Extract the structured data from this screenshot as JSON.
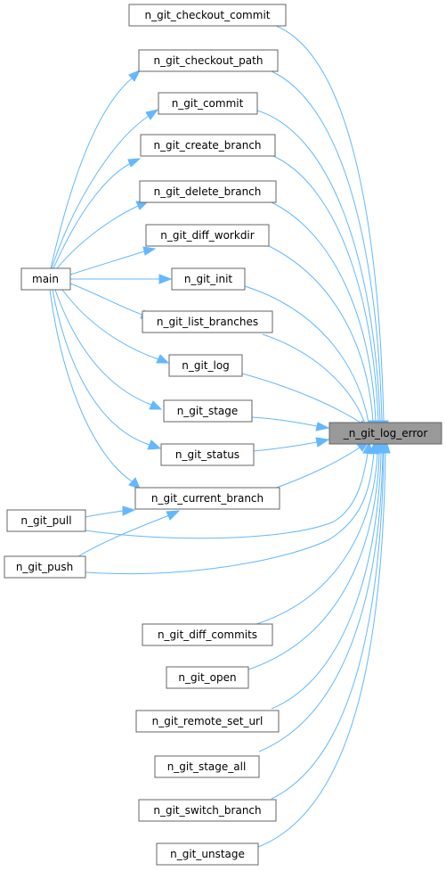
{
  "graph": {
    "target": "_n_git_log_error",
    "nodes": [
      {
        "id": "n_git_checkout_commit",
        "label": "n_git_checkout_commit"
      },
      {
        "id": "n_git_checkout_path",
        "label": "n_git_checkout_path"
      },
      {
        "id": "n_git_commit",
        "label": "n_git_commit"
      },
      {
        "id": "n_git_create_branch",
        "label": "n_git_create_branch"
      },
      {
        "id": "n_git_delete_branch",
        "label": "n_git_delete_branch"
      },
      {
        "id": "n_git_diff_workdir",
        "label": "n_git_diff_workdir"
      },
      {
        "id": "main",
        "label": "main"
      },
      {
        "id": "n_git_init",
        "label": "n_git_init"
      },
      {
        "id": "n_git_list_branches",
        "label": "n_git_list_branches"
      },
      {
        "id": "n_git_log",
        "label": "n_git_log"
      },
      {
        "id": "n_git_stage",
        "label": "n_git_stage"
      },
      {
        "id": "_n_git_log_error",
        "label": "_n_git_log_error"
      },
      {
        "id": "n_git_status",
        "label": "n_git_status"
      },
      {
        "id": "n_git_current_branch",
        "label": "n_git_current_branch"
      },
      {
        "id": "n_git_pull",
        "label": "n_git_pull"
      },
      {
        "id": "n_git_push",
        "label": "n_git_push"
      },
      {
        "id": "n_git_diff_commits",
        "label": "n_git_diff_commits"
      },
      {
        "id": "n_git_open",
        "label": "n_git_open"
      },
      {
        "id": "n_git_remote_set_url",
        "label": "n_git_remote_set_url"
      },
      {
        "id": "n_git_stage_all",
        "label": "n_git_stage_all"
      },
      {
        "id": "n_git_switch_branch",
        "label": "n_git_switch_branch"
      },
      {
        "id": "n_git_unstage",
        "label": "n_git_unstage"
      }
    ],
    "edges": [
      {
        "from": "n_git_checkout_commit",
        "to": "_n_git_log_error"
      },
      {
        "from": "n_git_checkout_path",
        "to": "_n_git_log_error"
      },
      {
        "from": "n_git_commit",
        "to": "_n_git_log_error"
      },
      {
        "from": "n_git_create_branch",
        "to": "_n_git_log_error"
      },
      {
        "from": "n_git_delete_branch",
        "to": "_n_git_log_error"
      },
      {
        "from": "n_git_diff_workdir",
        "to": "_n_git_log_error"
      },
      {
        "from": "n_git_init",
        "to": "_n_git_log_error"
      },
      {
        "from": "n_git_list_branches",
        "to": "_n_git_log_error"
      },
      {
        "from": "n_git_log",
        "to": "_n_git_log_error"
      },
      {
        "from": "n_git_stage",
        "to": "_n_git_log_error"
      },
      {
        "from": "n_git_status",
        "to": "_n_git_log_error"
      },
      {
        "from": "n_git_current_branch",
        "to": "_n_git_log_error"
      },
      {
        "from": "n_git_pull",
        "to": "_n_git_log_error"
      },
      {
        "from": "n_git_push",
        "to": "_n_git_log_error"
      },
      {
        "from": "n_git_diff_commits",
        "to": "_n_git_log_error"
      },
      {
        "from": "n_git_open",
        "to": "_n_git_log_error"
      },
      {
        "from": "n_git_remote_set_url",
        "to": "_n_git_log_error"
      },
      {
        "from": "n_git_stage_all",
        "to": "_n_git_log_error"
      },
      {
        "from": "n_git_switch_branch",
        "to": "_n_git_log_error"
      },
      {
        "from": "n_git_unstage",
        "to": "_n_git_log_error"
      },
      {
        "from": "main",
        "to": "n_git_checkout_path"
      },
      {
        "from": "main",
        "to": "n_git_commit"
      },
      {
        "from": "main",
        "to": "n_git_create_branch"
      },
      {
        "from": "main",
        "to": "n_git_delete_branch"
      },
      {
        "from": "main",
        "to": "n_git_diff_workdir"
      },
      {
        "from": "main",
        "to": "n_git_init"
      },
      {
        "from": "main",
        "to": "n_git_list_branches"
      },
      {
        "from": "main",
        "to": "n_git_log"
      },
      {
        "from": "main",
        "to": "n_git_stage"
      },
      {
        "from": "main",
        "to": "n_git_status"
      },
      {
        "from": "main",
        "to": "n_git_current_branch"
      },
      {
        "from": "n_git_pull",
        "to": "n_git_current_branch"
      },
      {
        "from": "n_git_push",
        "to": "n_git_current_branch"
      }
    ]
  },
  "colors": {
    "edge": "#63b8ff",
    "node_border": "#666666",
    "node_fill": "#ffffff",
    "target_fill": "#999999"
  }
}
